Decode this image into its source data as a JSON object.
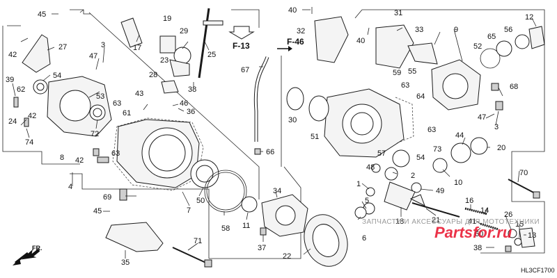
{
  "diagram": {
    "frame_code": "HL3CF1700",
    "front_label": "FR.",
    "refs": {
      "f13": "F-13",
      "f46": "F-46"
    },
    "watermark": {
      "line1": "ЗАПЧАСТИ И АКСЕССУАРЫ ДЛЯ МОТОТЕХНИКИ",
      "line2": "Partsfor.ru"
    },
    "callouts": {
      "n45a": "45",
      "n42a": "42",
      "n27": "27",
      "n3a": "3",
      "n47a": "47",
      "n39": "39",
      "n54a": "54",
      "n62": "62",
      "n42b": "42",
      "n53": "53",
      "n24": "24",
      "n72": "72",
      "n74": "74",
      "n8": "8",
      "n42c": "42",
      "n4": "4",
      "n69": "69",
      "n45b": "45",
      "n35": "35",
      "n17": "17",
      "n19": "19",
      "n29": "29",
      "n23": "23",
      "n28": "28",
      "n25": "25",
      "n38a": "38",
      "n43": "43",
      "n46": "46",
      "n36": "36",
      "n63a": "63",
      "n61": "61",
      "n63b": "63",
      "n67": "67",
      "n66": "66",
      "n40a": "40",
      "n32": "32",
      "n40b": "40",
      "n31": "31",
      "n33": "33",
      "n9": "9",
      "n12": "12",
      "n56": "56",
      "n65": "65",
      "n52": "52",
      "n55": "55",
      "n59": "59",
      "n63c": "63",
      "n64": "64",
      "n63d": "63",
      "n68": "68",
      "n47b": "47",
      "n3b": "3",
      "n30": "30",
      "n51": "51",
      "n44": "44",
      "n20": "20",
      "n57": "57",
      "n54b": "54",
      "n73": "73",
      "n48": "48",
      "n2": "2",
      "n10": "10",
      "n49": "49",
      "n1": "1",
      "n5": "5",
      "n50": "50",
      "n7": "7",
      "n58": "58",
      "n11": "11",
      "n34": "34",
      "n37": "37",
      "n22": "22",
      "n6": "6",
      "n18": "18",
      "n21": "21",
      "n16": "16",
      "n14": "14",
      "n41": "41",
      "n26": "26",
      "n60": "60",
      "n15": "15",
      "n13": "13",
      "n38b": "38",
      "n70": "70",
      "n71": "71"
    }
  }
}
